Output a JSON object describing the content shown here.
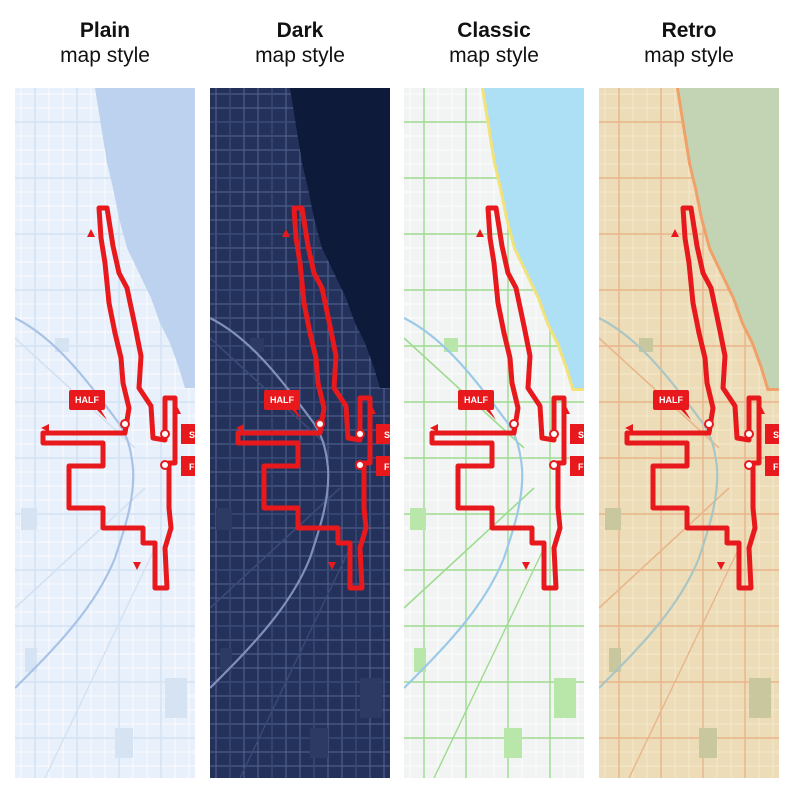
{
  "styles": [
    {
      "name": "Plain",
      "subtitle": "map style",
      "colors": {
        "land": "#e7f0fb",
        "water": "#bcd2ee",
        "street": "#ffffff",
        "street2": "#d3e1f2",
        "park": "#d6e3f3",
        "river": "#a9c3e6",
        "accent": "none"
      }
    },
    {
      "name": "Dark",
      "subtitle": "map style",
      "colors": {
        "land": "#23315b",
        "water": "#0e1a3a",
        "street": "#5b6c99",
        "street2": "#3a4a78",
        "park": "#2c3a64",
        "river": "#8090b8",
        "accent": "none"
      }
    },
    {
      "name": "Classic",
      "subtitle": "map style",
      "colors": {
        "land": "#f1f4f3",
        "water": "#aee0f5",
        "street": "#ffffff",
        "street2": "#9edb8f",
        "park": "#b8e7a9",
        "river": "#9cc9e8",
        "accent": "#f1e27a"
      }
    },
    {
      "name": "Retro",
      "subtitle": "map style",
      "colors": {
        "land": "#eddcb8",
        "water": "#c3d4b5",
        "street": "#f6ead0",
        "street2": "#e9b58a",
        "park": "#c9c79e",
        "river": "#a9c6c4",
        "accent": "#f0a16a"
      }
    }
  ],
  "route": {
    "color": "#e8191d",
    "half_label": "HALF",
    "start_label": "S",
    "finish_label": "F"
  }
}
